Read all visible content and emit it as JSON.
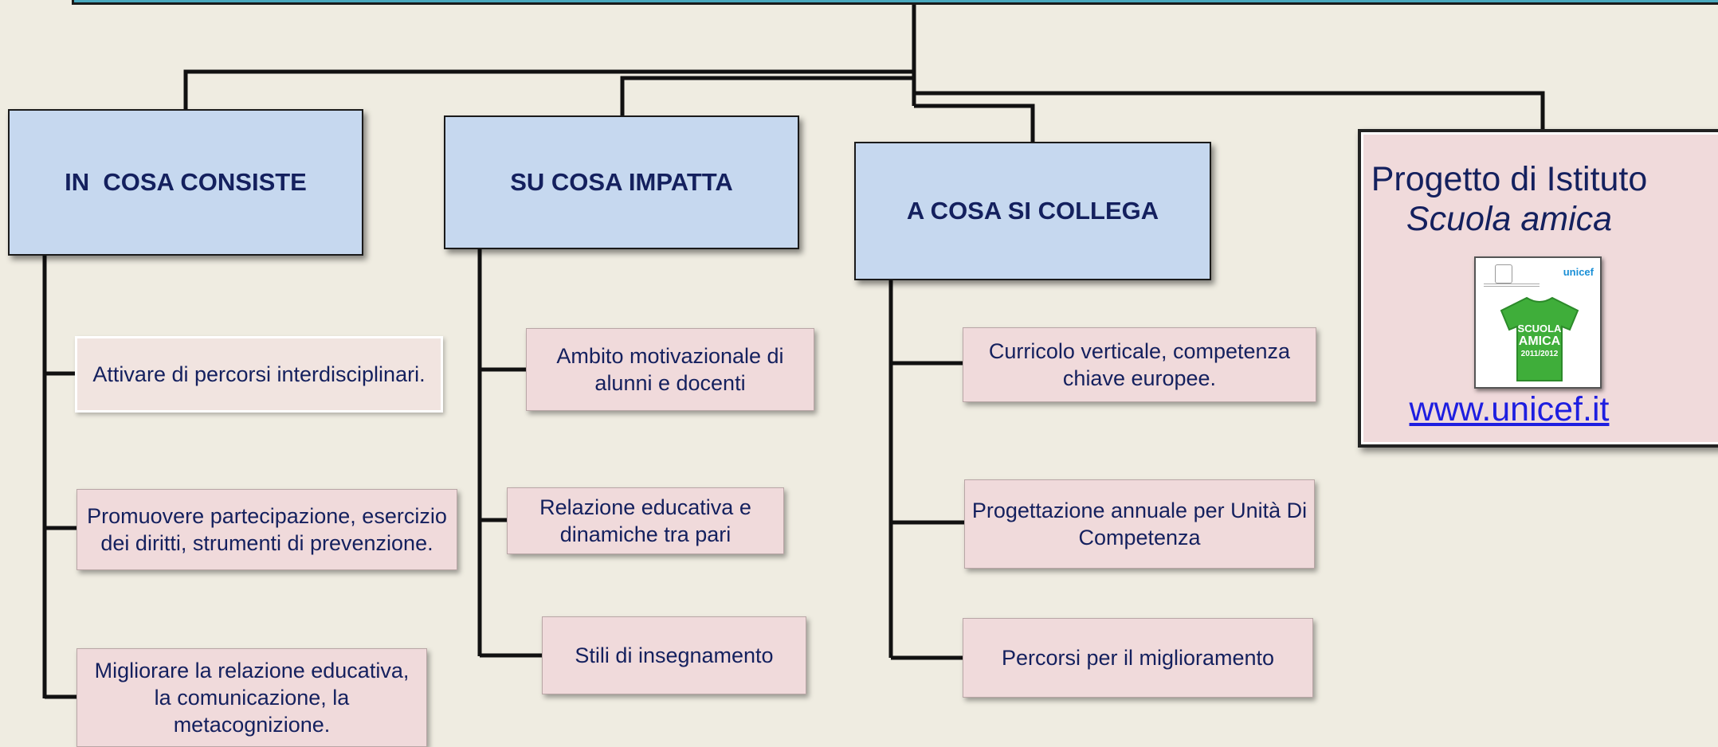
{
  "headers": [
    {
      "id": "consiste",
      "label": "IN  COSA CONSISTE"
    },
    {
      "id": "impatta",
      "label": "SU COSA IMPATTA"
    },
    {
      "id": "collega",
      "label": "A COSA SI COLLEGA"
    }
  ],
  "consiste_items": [
    "Attivare di percorsi interdisciplinari.",
    "Promuovere partecipazione, esercizio dei diritti, strumenti di prevenzione.",
    "Migliorare  la relazione educativa, la comunicazione, la metacognizione."
  ],
  "impatta_items": [
    "Ambito motivazionale di alunni e docenti",
    "Relazione educativa e dinamiche tra pari",
    "Stili di insegnamento"
  ],
  "collega_items": [
    "Curricolo verticale,  competenza chiave europee.",
    "Progettazione annuale per Unità Di Competenza",
    "Percorsi per il miglioramento"
  ],
  "project": {
    "title": "Progetto di Istituto",
    "subtitle": "Scuola amica",
    "logo_brand": "unicef",
    "logo_shirt_line1": "SCUOLA",
    "logo_shirt_line2": "AMICA",
    "logo_shirt_year": "2011/2012",
    "url": "www.unicef.it"
  },
  "colors": {
    "background": "#efece1",
    "header_fill": "#c6d8ef",
    "item_fill": "#f0dadb",
    "text": "#14205e",
    "top_bar": "#4aa9bf",
    "link": "#1e1ee0",
    "shirt": "#3fae3a"
  }
}
